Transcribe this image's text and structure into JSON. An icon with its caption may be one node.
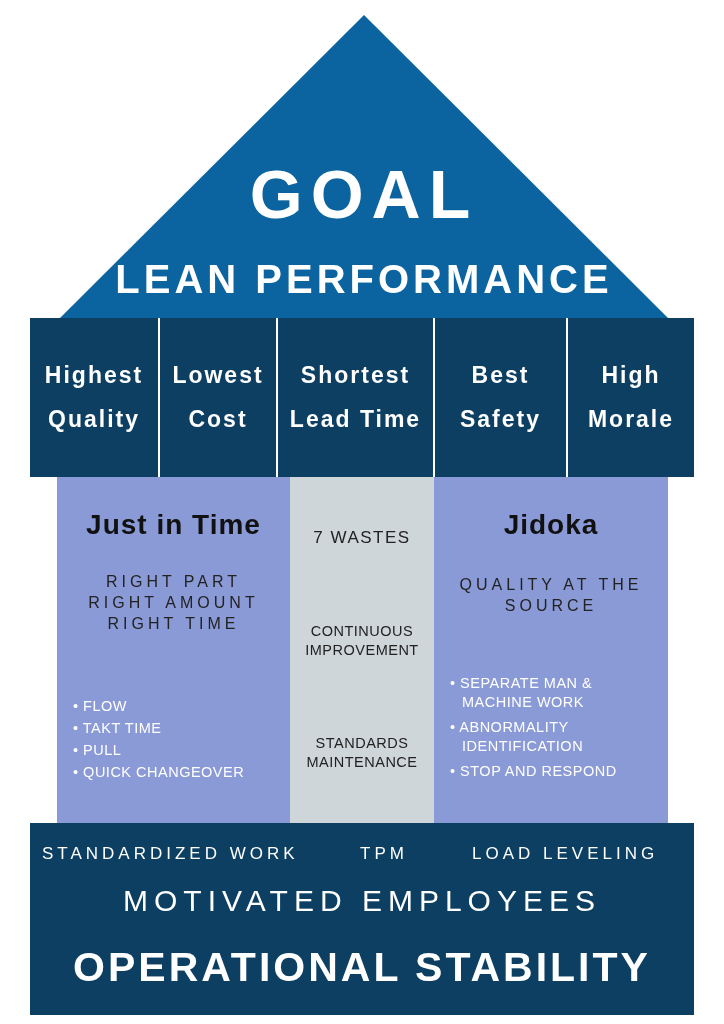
{
  "diagram": {
    "nodes": [
      {
        "text": [
          "GOAL",
          "LEAN PERFORMANCE"
        ]
      },
      {
        "text": [
          "Highest Quality"
        ]
      },
      {
        "text": [
          "Lowest Cost"
        ]
      },
      {
        "text": [
          "Shortest Lead Time"
        ]
      },
      {
        "text": [
          "Best Safety"
        ]
      },
      {
        "text": [
          "High Morale"
        ]
      },
      {
        "text": [
          "Just in Time",
          "RIGHT PART RIGHT AMOUNT RIGHT TIME",
          "• FLOW",
          "• TAKT TIME",
          "• PULL",
          "• QUICK CHANGEOVER"
        ]
      },
      {
        "text": [
          "7 WASTES",
          "CONTINUOUS IMPROVEMENT",
          "STANDARDS MAINTENANCE"
        ]
      },
      {
        "text": [
          "Jidoka",
          "QUALITY AT THE SOURCE",
          "• SEPARATE MAN & MACHINE WORK",
          "• ABNORMALITY IDENTIFICATION",
          "• STOP AND RESPOND"
        ]
      },
      {
        "text": [
          "STANDARDIZED WORK",
          "TPM",
          "LOAD LEVELING",
          "MOTIVATED EMPLOYEES",
          "OPERATIONAL STABILITY"
        ]
      }
    ]
  }
}
